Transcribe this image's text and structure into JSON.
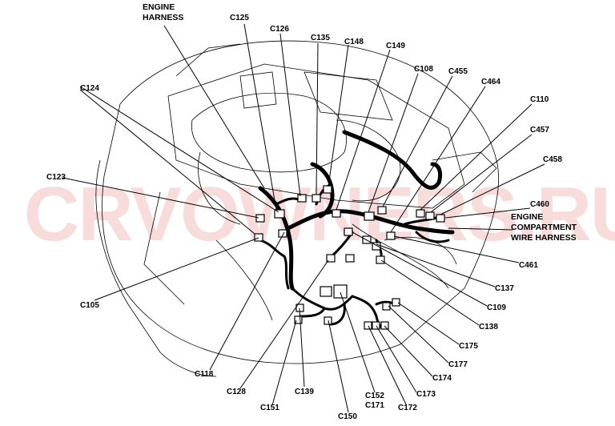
{
  "watermark": "CRVOWNERS.RU",
  "titles": {
    "engine_harness": [
      "ENGINE",
      "HARNESS"
    ],
    "compartment_harness": [
      "ENGINE",
      "COMPARTMENT",
      "WIRE HARNESS"
    ]
  },
  "labels": {
    "c125": "C125",
    "c126": "C126",
    "c135": "C135",
    "c148": "C148",
    "c149": "C149",
    "c108": "C108",
    "c455": "C455",
    "c464": "C464",
    "c110": "C110",
    "c457": "C457",
    "c458": "C458",
    "c460": "C460",
    "c461": "C461",
    "c137": "C137",
    "c109": "C109",
    "c138": "C138",
    "c175": "C175",
    "c177": "C177",
    "c174": "C174",
    "c173": "C173",
    "c172": "C172",
    "c152": "C152",
    "c171": "C171",
    "c150": "C150",
    "c139": "C139",
    "c151": "C151",
    "c128": "C128",
    "c118": "C118",
    "c105": "C105",
    "c123": "C123",
    "c124": "C124"
  }
}
